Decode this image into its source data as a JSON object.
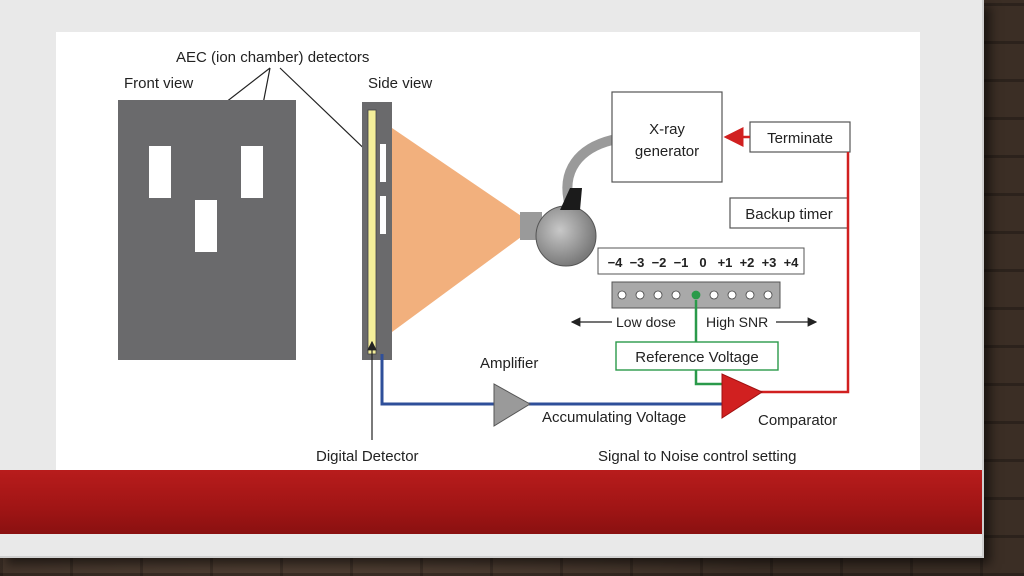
{
  "labels": {
    "aec": "AEC (ion chamber) detectors",
    "front_view": "Front view",
    "side_view": "Side view",
    "xray_generator_line1": "X-ray",
    "xray_generator_line2": "generator",
    "terminate": "Terminate",
    "backup_timer": "Backup timer",
    "scale": [
      "−4",
      "−3",
      "−2",
      "−1",
      "0",
      "+1",
      "+2",
      "+3",
      "+4"
    ],
    "low_dose": "Low dose",
    "high_snr": "High SNR",
    "reference_voltage": "Reference Voltage",
    "amplifier": "Amplifier",
    "accumulating_voltage": "Accumulating Voltage",
    "comparator": "Comparator",
    "digital_detector": "Digital Detector",
    "snr_setting": "Signal to Noise control setting"
  },
  "colors": {
    "detector_gray": "#6a6a6c",
    "beam_orange": "#f2b07d",
    "tube_gray": "#9a9a9a",
    "signal_blue": "#2f4f9a",
    "ref_green": "#2a9a4a",
    "terminate_red": "#d12020",
    "band_red": "#a81818"
  }
}
